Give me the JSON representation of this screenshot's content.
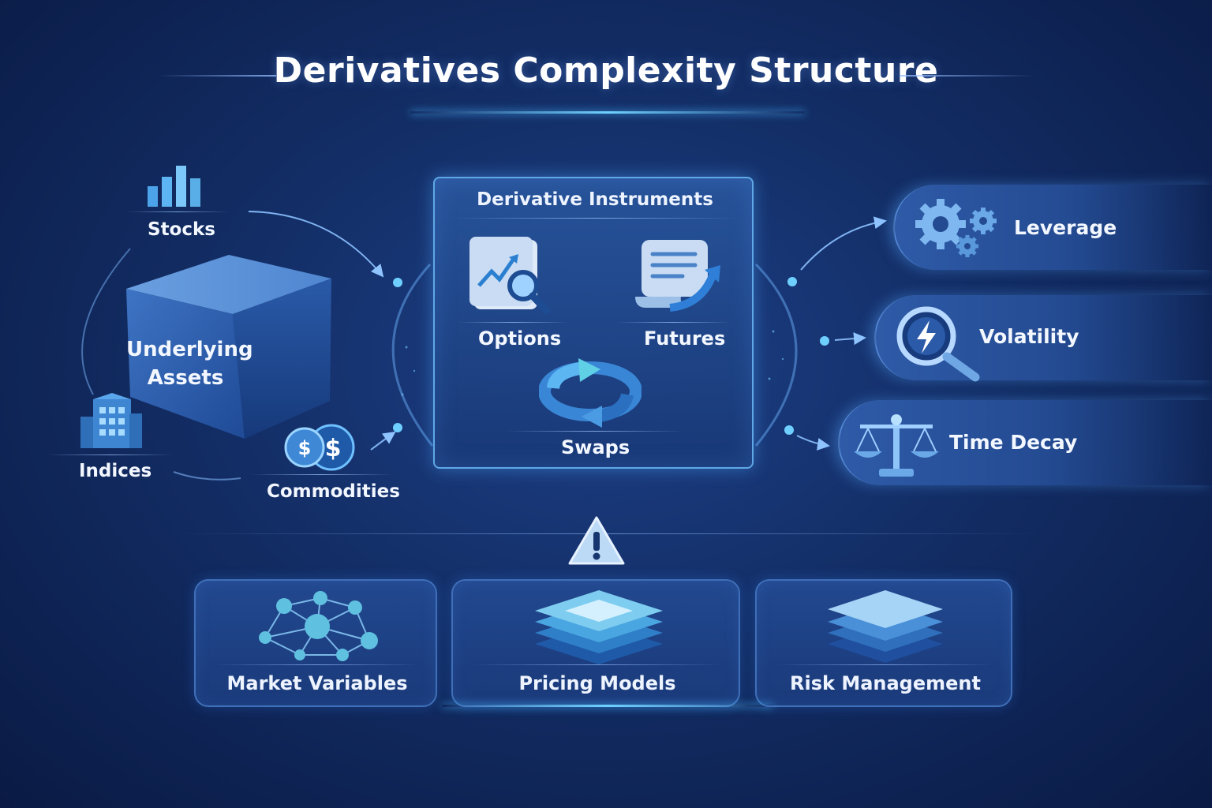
{
  "title": "Derivatives Complexity Structure",
  "underlying": {
    "cube_label_line1": "Underlying",
    "cube_label_line2": "Assets",
    "stocks": "Stocks",
    "indices": "Indices",
    "commodities": "Commodities"
  },
  "instruments": {
    "title": "Derivative Instruments",
    "options": "Options",
    "futures": "Futures",
    "swaps": "Swaps"
  },
  "factors": {
    "leverage": "Leverage",
    "volatility": "Volatility",
    "time_decay": "Time Decay"
  },
  "bottom": {
    "market_variables": "Market Variables",
    "pricing_models": "Pricing Models",
    "risk_management": "Risk Management"
  },
  "icons": [
    "bar-chart-icon",
    "building-icon",
    "dollar-coins-icon",
    "chart-document-icon",
    "scroll-icon",
    "cycle-arrows-icon",
    "gears-icon",
    "lightning-magnifier-icon",
    "scales-icon",
    "warning-icon",
    "network-icon",
    "layers-icon"
  ],
  "colors": {
    "background": "#132e66",
    "accent": "#5fa7e6",
    "glow": "#6fd0ff"
  }
}
